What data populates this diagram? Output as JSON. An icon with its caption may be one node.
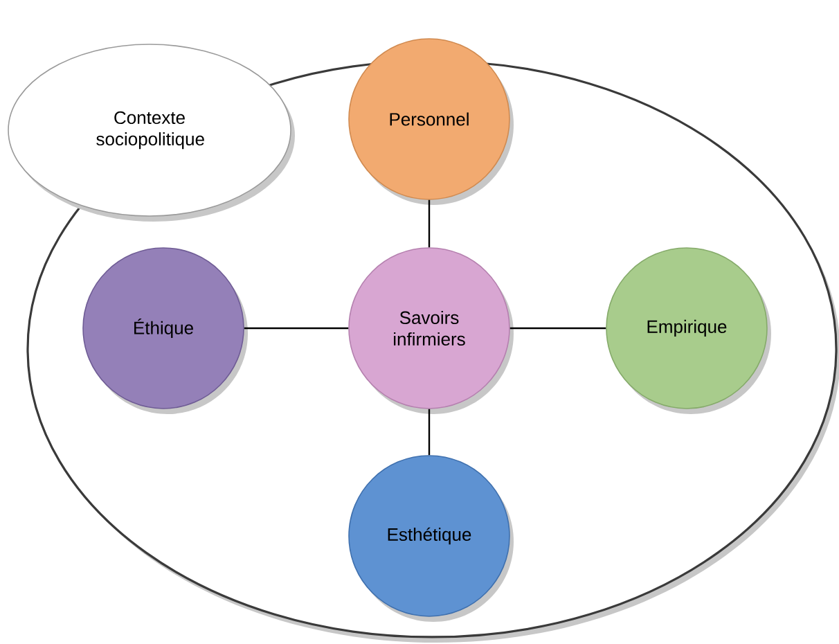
{
  "diagram": {
    "nodes": [
      {
        "text": [],
        "shape": "ellipse"
      },
      {
        "text": [
          "Contexte sociopolitique"
        ]
      },
      {
        "text": [
          "Personnel"
        ],
        "in": 0
      },
      {
        "text": [
          "Éthique"
        ],
        "in": 0
      },
      {
        "text": [
          "Savoirs infirmiers"
        ],
        "in": 0
      },
      {
        "text": [
          "Empirique"
        ],
        "in": 0
      },
      {
        "text": [
          "Esthétique"
        ],
        "in": 0
      }
    ],
    "edges": [
      {
        "from": 4,
        "to": 2,
        "arrow": "none"
      },
      {
        "from": 4,
        "to": 3,
        "arrow": "none"
      },
      {
        "from": 4,
        "to": 5,
        "arrow": "none"
      },
      {
        "from": 4,
        "to": 6,
        "arrow": "none"
      }
    ]
  }
}
